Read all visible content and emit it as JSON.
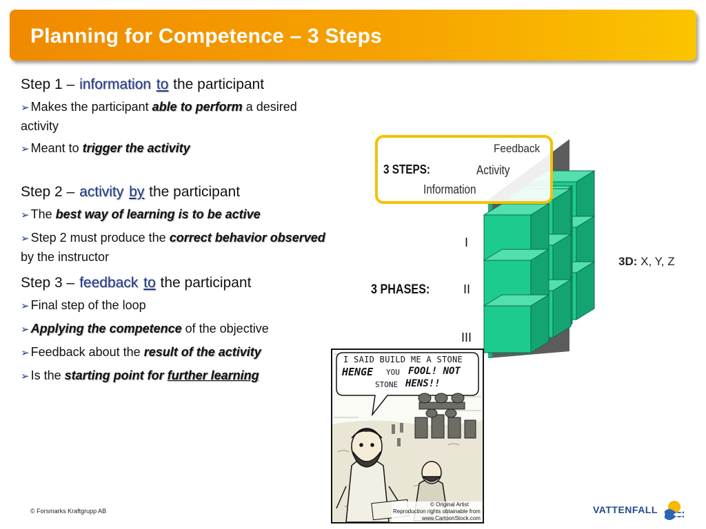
{
  "title": "Planning for Competence – 3 Steps",
  "steps": [
    {
      "prefix": "Step 1 – ",
      "highlight": "information",
      "highlight_u": "to",
      "suffix": " the participant",
      "bullets": [
        {
          "pre": "Makes the participant ",
          "em": "able to perform",
          "post": " a desired activity"
        },
        {
          "pre": "Meant to ",
          "em": "trigger the activity",
          "post": ""
        }
      ]
    },
    {
      "prefix": "Step 2 – ",
      "highlight": "activity",
      "highlight_u": "by",
      "suffix": " the participant",
      "bullets": [
        {
          "pre": "The ",
          "em": "best way of learning is to be active",
          "post": ""
        },
        {
          "pre": "Step 2 must produce the ",
          "em": "correct behavior observed",
          "post": " by the instructor"
        }
      ]
    },
    {
      "prefix": "Step 3 – ",
      "highlight": "feedback",
      "highlight_u": "to",
      "suffix": " the participant",
      "bullets": [
        {
          "pre": "Final step of the loop",
          "em": "",
          "post": ""
        },
        {
          "pre": "",
          "em": "Applying the competence",
          "post": " of the objective"
        },
        {
          "pre": "Feedback about the ",
          "em": "result of the activity",
          "post": ""
        },
        {
          "pre": "Is the ",
          "em": "starting point for",
          "em_u": "further learning",
          "post": ""
        }
      ]
    }
  ],
  "diagram": {
    "steps_label": "3 STEPS:",
    "steps": [
      "Feedback",
      "Activity",
      "Information"
    ],
    "phases_label": "3 PHASES:",
    "phases": [
      "I",
      "II",
      "III"
    ],
    "dims_label": "3D:",
    "dims_value": "X, Y, Z"
  },
  "cartoon": {
    "line1": "I SAID BUILD ME A STONE",
    "line2a": "HENGE",
    "line2b": "YOU",
    "line2c": "FOOL! NOT",
    "line3a": "STONE",
    "line3b": "HENS!!",
    "credit1": "© Original Artist",
    "credit2": "Reproduction rights obtainable from",
    "credit3": "www.CartoonStock.com"
  },
  "footer": {
    "copyright": "© Forsmarks Kraftgrupp AB"
  },
  "logo": {
    "text": "VATTENFALL"
  },
  "colors": {
    "accent": "#f39200",
    "highlight": "#1f3b8c",
    "cube": "#1ecb8f",
    "panel": "#5a5a5a",
    "frame": "#f2c200"
  }
}
